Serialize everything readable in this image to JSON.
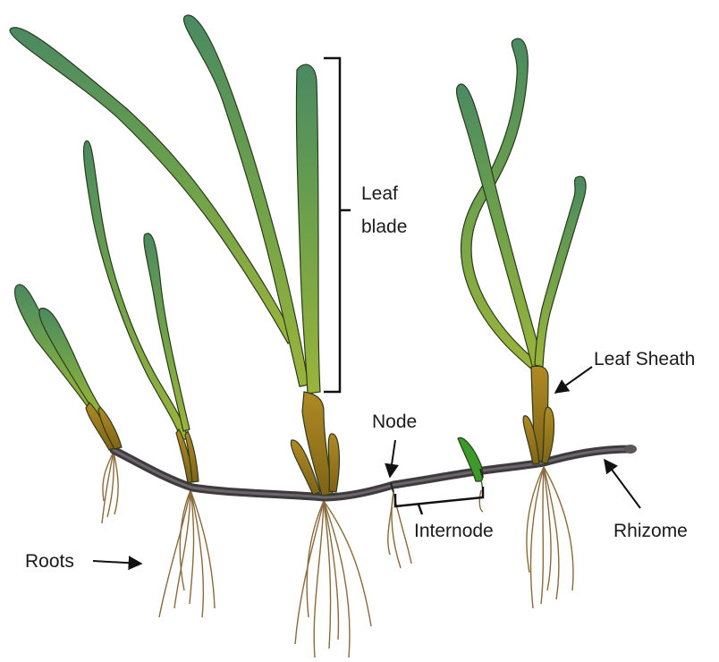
{
  "labels": {
    "leaf_blade_line1": "Leaf",
    "leaf_blade_line2": "blade",
    "leaf_sheath": "Leaf Sheath",
    "node": "Node",
    "internode": "Internode",
    "rhizome": "Rhizome",
    "roots": "Roots"
  },
  "colors": {
    "leaf_light": "#8fb33a",
    "leaf_dark": "#4f8f5e",
    "sheath": "#a87f1e",
    "rhizome": "#4a464a",
    "roots": "#8a6a3a",
    "shoot_bud": "#3b9a2a"
  }
}
